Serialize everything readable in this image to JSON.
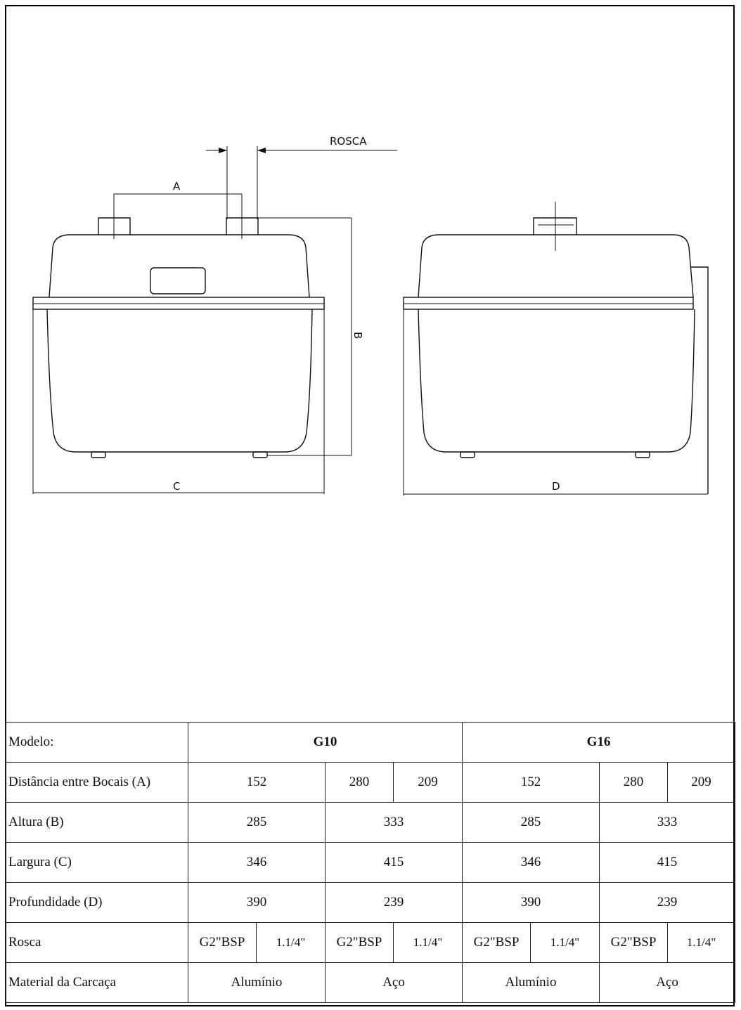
{
  "drawing": {
    "labels": {
      "rosca": "ROSCA",
      "a": "A",
      "b": "B",
      "c": "C",
      "d": "D"
    }
  },
  "table": {
    "rows": [
      {
        "header": "Modelo:",
        "cells": [
          "G10",
          "G16"
        ]
      },
      {
        "header": "Distância entre Bocais (A)",
        "cells": [
          "152",
          "280",
          "209",
          "152",
          "280",
          "209"
        ]
      },
      {
        "header": "Altura (B)",
        "cells": [
          "285",
          "333",
          "285",
          "333"
        ]
      },
      {
        "header": "Largura (C)",
        "cells": [
          "346",
          "415",
          "346",
          "415"
        ]
      },
      {
        "header": "Profundidade (D)",
        "cells": [
          "390",
          "239",
          "390",
          "239"
        ]
      },
      {
        "header": "Rosca",
        "cells": [
          "G2\"BSP",
          "1.1/4\"",
          "G2\"BSP",
          "1.1/4\"",
          "G2\"BSP",
          "1.1/4\"",
          "G2\"BSP",
          "1.1/4\""
        ]
      },
      {
        "header": "Material da Carcaça",
        "cells": [
          "Alumínio",
          "Aço",
          "Alumínio",
          "Aço"
        ]
      }
    ]
  }
}
